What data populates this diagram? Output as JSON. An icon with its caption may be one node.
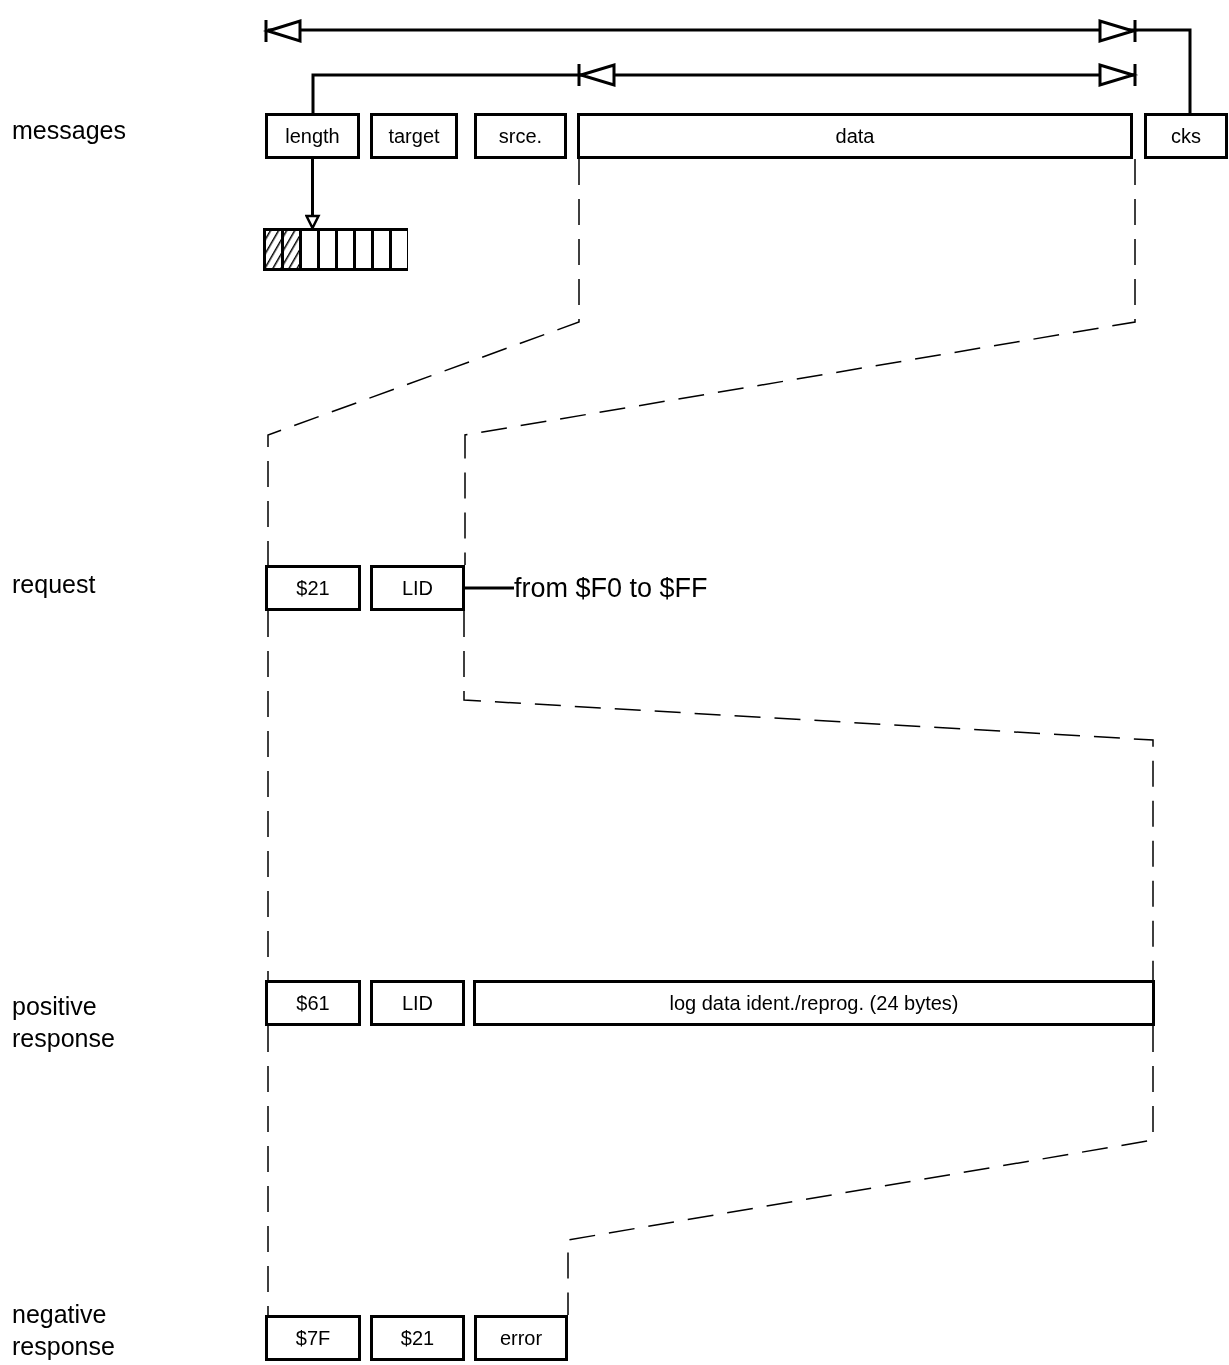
{
  "diagram": {
    "nodes": [
      {
        "text": [
          "length"
        ]
      },
      {
        "text": [
          "target"
        ]
      },
      {
        "text": [
          "srce."
        ]
      },
      {
        "text": [
          "data"
        ]
      },
      {
        "text": [
          "cks"
        ]
      },
      {
        "text": [],
        "shape": "bar"
      },
      {
        "text": [
          "$21"
        ]
      },
      {
        "text": [
          "LID"
        ]
      },
      {
        "text": [
          "from $F0 to $FF"
        ]
      },
      {
        "text": [
          "$61"
        ]
      },
      {
        "text": [
          "LID"
        ]
      },
      {
        "text": [
          "log data ident./reprog. (24 bytes)"
        ]
      },
      {
        "text": [
          "$7F"
        ]
      },
      {
        "text": [
          "$21"
        ]
      },
      {
        "text": [
          "error"
        ]
      }
    ],
    "edges": [
      {
        "from": 0,
        "to": 5,
        "arrow": "to"
      },
      {
        "from": 7,
        "to": 8,
        "arrow": "none"
      },
      {
        "from": 3,
        "to": 6,
        "arrow": "none",
        "style": "dashed"
      },
      {
        "from": 3,
        "to": 7,
        "arrow": "none",
        "style": "dashed"
      },
      {
        "from": 6,
        "to": 9,
        "arrow": "none",
        "style": "dashed"
      },
      {
        "from": 7,
        "to": 11,
        "arrow": "none",
        "style": "dashed"
      },
      {
        "from": 9,
        "to": 12,
        "arrow": "none",
        "style": "dashed"
      },
      {
        "from": 11,
        "to": 14,
        "arrow": "none",
        "style": "dashed"
      }
    ],
    "labels": [
      "messages",
      "request",
      "positive response",
      "negative response"
    ]
  }
}
